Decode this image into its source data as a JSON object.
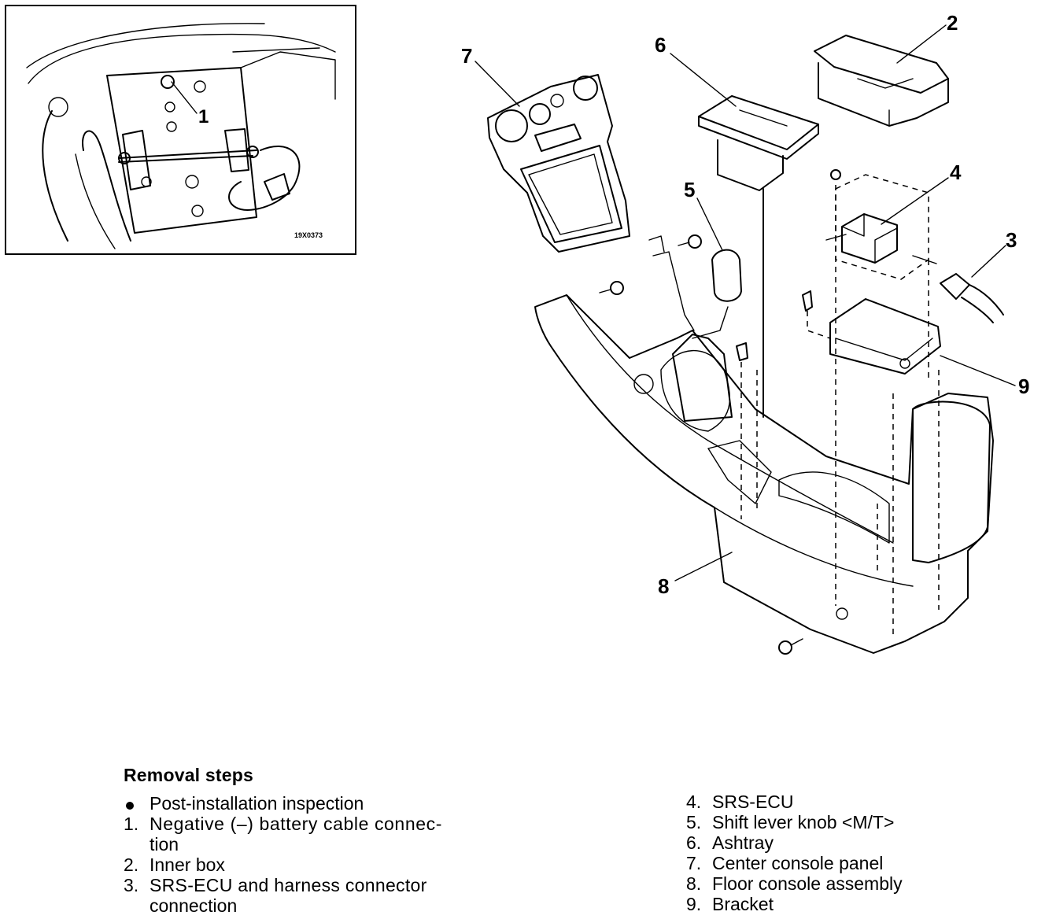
{
  "inset": {
    "callout": "1",
    "figure_code": "19X0373"
  },
  "diagram": {
    "callouts": [
      "7",
      "6",
      "2",
      "5",
      "4",
      "3",
      "9",
      "8"
    ]
  },
  "removal": {
    "title": "Removal steps",
    "left_steps": [
      {
        "marker": "bullet",
        "text": "Post-installation inspection"
      },
      {
        "marker": "1.",
        "text": "Negative (–) battery cable connec-",
        "cont": "tion"
      },
      {
        "marker": "2.",
        "text": "Inner box"
      },
      {
        "marker": "3.",
        "text": "SRS-ECU and harness connector",
        "cont": "connection"
      }
    ],
    "right_steps": [
      {
        "marker": "4.",
        "text": "SRS-ECU"
      },
      {
        "marker": "5.",
        "text": "Shift lever knob <M/T>"
      },
      {
        "marker": "6.",
        "text": "Ashtray"
      },
      {
        "marker": "7.",
        "text": "Center console panel"
      },
      {
        "marker": "8.",
        "text": "Floor console assembly"
      },
      {
        "marker": "9.",
        "text": "Bracket"
      }
    ]
  }
}
